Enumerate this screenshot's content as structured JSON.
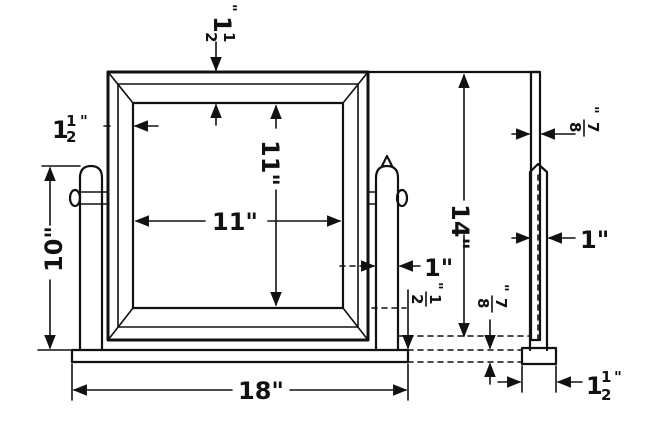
{
  "dimensions": {
    "top_rail": {
      "whole": "1",
      "num": "1",
      "den": "2",
      "inch": "\""
    },
    "side_rail": {
      "whole": "1",
      "num": "1",
      "den": "2",
      "inch": "\""
    },
    "opening_height": "11\"",
    "opening_width": "11\"",
    "frame_height": "14\"",
    "upright_height": "10\"",
    "base_length": "18\"",
    "upright_thickness": {
      "num": "7",
      "den": "8",
      "inch": "\""
    },
    "upright_width_side": "1\"",
    "upright_width_front": "1\"",
    "base_height_half": {
      "num": "1",
      "den": "2",
      "inch": "\""
    },
    "base_height_7_8": {
      "num": "7",
      "den": "8",
      "inch": "\""
    },
    "base_width": {
      "whole": "1",
      "num": "1",
      "den": "2",
      "inch": "\""
    }
  }
}
